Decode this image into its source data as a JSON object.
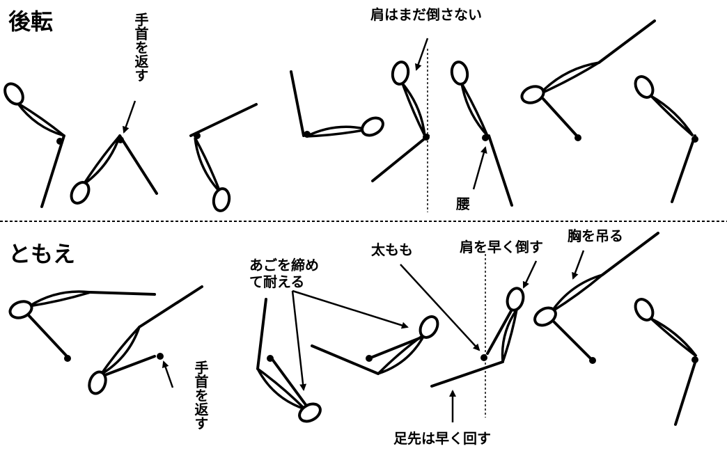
{
  "sections": {
    "backward_roll": {
      "title": "後転",
      "labels": {
        "wrist": "手首を返す",
        "shoulder": "肩はまだ倒さない",
        "hip": "腰"
      }
    },
    "tomoe": {
      "title": "ともえ",
      "labels": {
        "chin_line1": "あごを締め",
        "chin_line2": "て耐える",
        "thigh": "太もも",
        "shoulder": "肩を早く倒す",
        "chest": "胸を吊る",
        "wrist": "手首を返す",
        "toes": "足先は早く回す"
      }
    }
  }
}
